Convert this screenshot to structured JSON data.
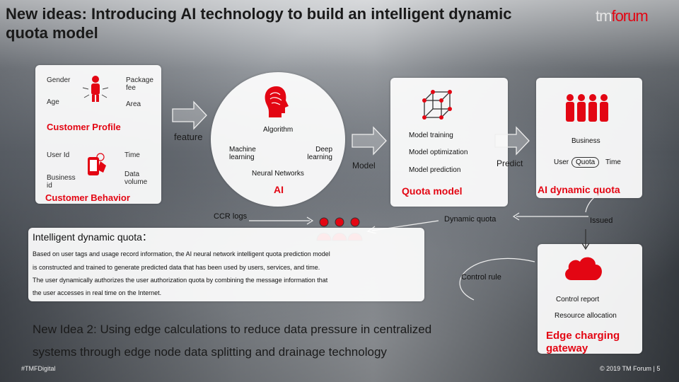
{
  "title": "New ideas: Introducing AI technology to build an intelligent dynamic quota model",
  "logo": {
    "tm": "tm",
    "forum": "forum"
  },
  "profile": {
    "gender": "Gender",
    "package_fee": "Package fee",
    "age": "Age",
    "area": "Area",
    "heading": "Customer Profile"
  },
  "behavior": {
    "user_id": "User Id",
    "time": "Time",
    "business_id": "Business id",
    "data_volume": "Data volume",
    "heading": "Customer Behavior"
  },
  "feature": "feature",
  "ai": {
    "algorithm": "Algorithm",
    "machine_learning": "Machine learning",
    "deep_learning": "Deep learning",
    "neural_networks": "Neural Networks",
    "heading": "AI"
  },
  "model": {
    "label": "Model",
    "training": "Model training",
    "optimization": "Model optimization",
    "prediction": "Model prediction",
    "heading": "Quota model"
  },
  "predict": "Predict",
  "business": {
    "label": "Business",
    "user": "User",
    "quota": "Quota",
    "time": "Time",
    "heading": "AI dynamic quota"
  },
  "ccr_logs": "CCR logs",
  "dynamic_quota": "Dynamic quota",
  "issued": "Issued",
  "intelligent": {
    "heading": "Intelligent dynamic quota：",
    "line1": "Based on user tags and usage record information, the AI neural network intelligent quota prediction model",
    "line2": "is constructed and trained to generate predicted data that has been used by users, services, and time.",
    "line3": "The user dynamically authorizes the user authorization quota by combining the message information that",
    "line4": "the user accesses in real time on the Internet."
  },
  "control_rule": "Control rule",
  "edge": {
    "control_report": "Control report",
    "resource_allocation": "Resource allocation",
    "heading": "Edge charging gateway"
  },
  "idea2": {
    "line1": "New Idea 2: Using edge calculations to reduce data pressure in centralized",
    "line2": "systems through edge node data splitting and drainage technology"
  },
  "footer": {
    "hashtag": "#TMFDigital",
    "copyright": "© 2019 TM Forum | 5"
  },
  "colors": {
    "accent": "#e30613",
    "text": "#1a1a1a"
  }
}
